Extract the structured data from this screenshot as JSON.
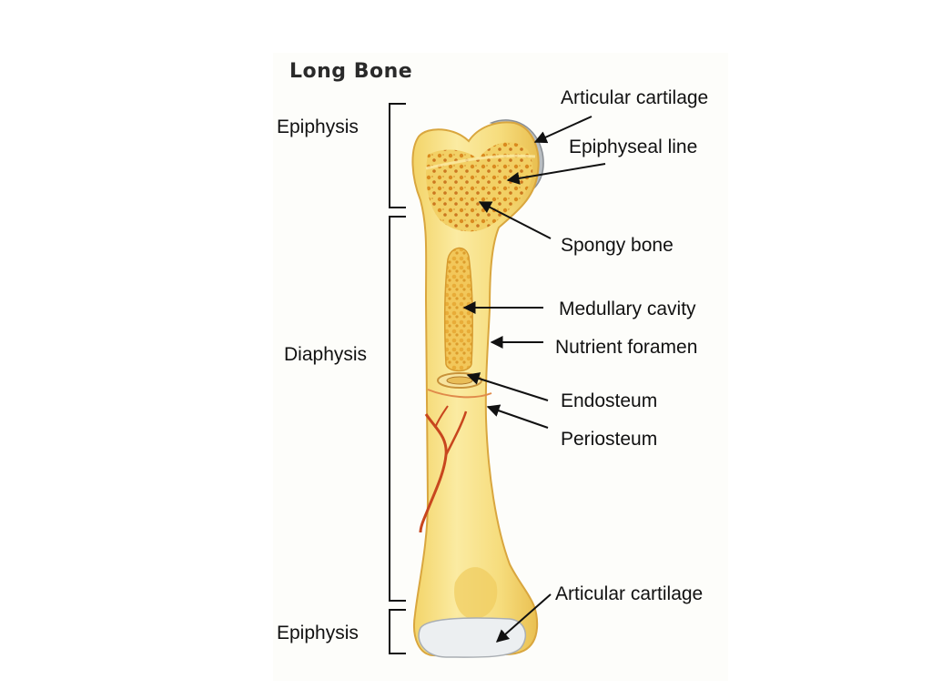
{
  "title": "Long Bone",
  "labels": {
    "epiphysis_top": "Epiphysis",
    "diaphysis": "Diaphysis",
    "epiphysis_bottom": "Epiphysis",
    "articular_cartilage_top": "Articular cartilage",
    "epiphyseal_line": "Epiphyseal line",
    "spongy_bone": "Spongy bone",
    "medullary_cavity": "Medullary cavity",
    "nutrient_foramen": "Nutrient foramen",
    "endosteum": "Endosteum",
    "periosteum": "Periosteum",
    "articular_cartilage_bottom": "Articular cartilage"
  },
  "colors": {
    "bone": "#f6dd7a",
    "bone_light": "#fbeeaa",
    "bone_shadow": "#e6b84a",
    "spongy": "#d88a1c",
    "cartilage": "#b8bcc0",
    "vessel": "#c8461e",
    "line": "#111111"
  }
}
